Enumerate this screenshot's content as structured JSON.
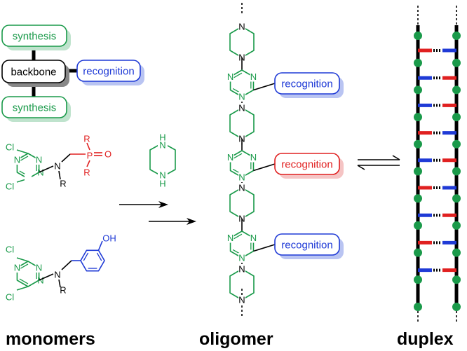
{
  "colors": {
    "green": "#1a9a4a",
    "blue": "#1f3ad6",
    "red": "#e02020",
    "black": "#000000",
    "green_shadow": "#bfe3cd",
    "blue_shadow": "#b9c4f2",
    "red_shadow": "#f5c4c4"
  },
  "module_diagram": {
    "synthesis_top": "synthesis",
    "backbone": "backbone",
    "recognition": "recognition",
    "synthesis_bottom": "synthesis"
  },
  "monomer_phosphine_oxide": {
    "cl_top": "Cl",
    "cl_bottom": "Cl",
    "n1": "N",
    "n2": "N",
    "n3": "N",
    "amine_n": "N",
    "amine_r": "R",
    "p": "P",
    "o": "O",
    "r_top": "R",
    "r_bottom": "R"
  },
  "monomer_phenol": {
    "cl_top": "Cl",
    "cl_bottom": "Cl",
    "n1": "N",
    "n2": "N",
    "n3": "N",
    "amine_n": "N",
    "amine_r": "R",
    "oh": "OH"
  },
  "piperazine": {
    "nh_top": "H",
    "n_top": "N",
    "nh_bottom": "H",
    "n_bottom": "N"
  },
  "oligomer": {
    "labels": [
      "recognition",
      "recognition",
      "recognition"
    ],
    "ring_n": "N"
  },
  "captions": {
    "monomers": "monomers",
    "oligomer": "oligomer",
    "duplex": "duplex"
  }
}
